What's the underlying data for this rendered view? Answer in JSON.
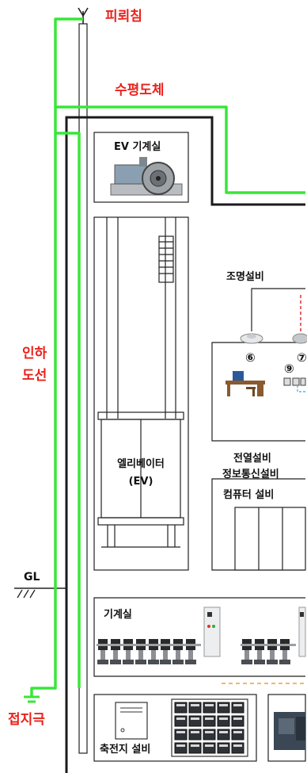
{
  "labels": {
    "lightning_rod": "피뢰침",
    "horizontal_conductor": "수평도체",
    "down_conductor_line1": "인하",
    "down_conductor_line2": "도선",
    "ground_level": "GL",
    "ground_electrode": "접지극",
    "ev_machine_room": "EV 기계실",
    "elevator_line1": "엘리베이터",
    "elevator_line2": "(EV)",
    "lighting_equipment": "조명설비",
    "marker_6": "⑥",
    "marker_7": "⑦",
    "marker_9": "⑨",
    "heating_equipment": "전열설비",
    "telecom_equipment": "정보통신설비",
    "computer_equipment": "컴퓨터 설비",
    "machine_room": "기계실",
    "battery_equipment": "축전지 설비"
  },
  "colors": {
    "lightning_conductor": "#39e639",
    "label_red": "#e8231c",
    "wiring_orange": "#f0a030",
    "wiring_red_dashed": "#e03030",
    "wiring_blue_dashed": "#5ab4e6",
    "outline": "#1a1a1a"
  },
  "icons": [
    "antenna-icon",
    "traction-machine-icon",
    "ceiling-lamp-icon",
    "desk-icon",
    "outlet-icon",
    "pump-icon",
    "control-panel-icon",
    "battery-icon",
    "generator-icon"
  ]
}
